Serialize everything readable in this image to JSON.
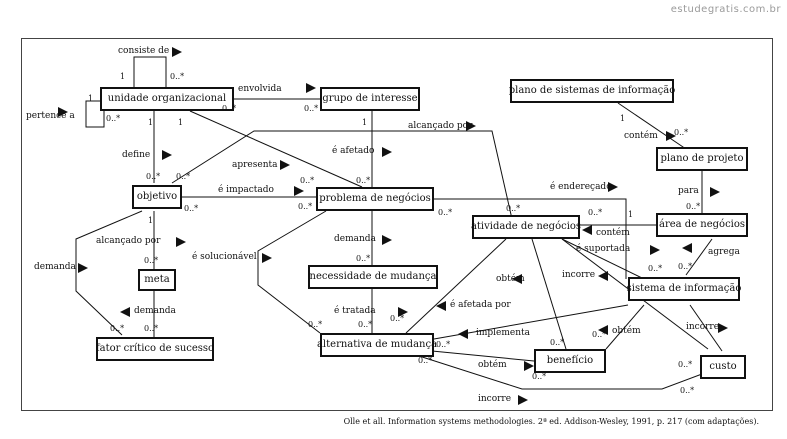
{
  "watermark": "estudegratis.com.br",
  "source": "Olle et all. Information systems methodologies. 2ª ed. Addison-Wesley, 1991, p. 217 (com adaptações).",
  "entities": {
    "unidade_organizacional": "unidade organizacional",
    "grupo_de_interesse": "grupo de interesse",
    "plano_de_sistemas_de_informacao": "plano de sistemas de informação",
    "plano_de_projeto": "plano de projeto",
    "objetivo": "objetivo",
    "problema_de_negocios": "problema de negócios",
    "atividade_de_negocios": "atividade de negócios",
    "area_de_negocios": "área de negócios",
    "meta": "meta",
    "necessidade_de_mudanca": "necessidade de mudança",
    "sistema_de_informacao": "sistema de informação",
    "fator_critico_de_sucesso": "fator crítico de sucesso",
    "alternativa_de_mudanca": "alternativa de mudança",
    "beneficio": "benefício",
    "custo": "custo"
  },
  "relationships": {
    "consiste_de": "consiste de",
    "pertence_a": "pertence a",
    "envolvida": "envolvida",
    "define": "define",
    "apresenta": "apresenta",
    "e_afetado": "é afetado",
    "alcancado_por_top": "alcançado por",
    "contem_top": "contém",
    "para": "para",
    "e_impactado": "é impactado",
    "e_enderecado": "é endereçado",
    "contem_mid": "contém",
    "alcancado_por_left": "alcançado por",
    "demanda_left": "demanda",
    "e_solucionavel": "é solucionável",
    "demanda_mid": "demanda",
    "e_suportada": "é suportada",
    "agrega": "agrega",
    "incorre_top": "incorre",
    "obtem_top": "obtém",
    "demanda_meta": "demanda",
    "e_afetada_por": "é afetada por",
    "e_tratada": "é tratada",
    "implementa": "implementa",
    "obtem_right": "obtém",
    "incorre_right": "incorre",
    "obtem_bottom": "obtém",
    "incorre_bottom": "incorre"
  },
  "cardinalities": {
    "consiste_one": "1",
    "consiste_many": "0..*",
    "pertence_one": "1",
    "pertence_many": "0..*",
    "envolvida_many_left": "0..*",
    "envolvida_many_right": "0..*",
    "define_one": "1",
    "apresenta_one": "1",
    "grupo_one": "1",
    "psi_one": "1",
    "contem_many": "0..*",
    "define_many": "0..*",
    "objetivo_many_right": "0..*",
    "apresenta_many": "0..*",
    "afetado_many": "0..*",
    "objetivo_impact_many": "0..*",
    "problema_many_left": "0..*",
    "problema_many_right": "0..*",
    "atividade_many": "0..*",
    "area_many_left": "0..*",
    "area_one": "1",
    "para_many": "0..*",
    "objetivo_one": "1",
    "meta_many": "0..*",
    "necessidade_many": "0..*",
    "sistema_many_top": "0..*",
    "agrega_many": "0..*",
    "fator_many_left": "0..*",
    "fator_many_right": "0..*",
    "alternativa_many_1": "0..*",
    "alternativa_many_2": "0..*",
    "alternativa_many_3": "0..*",
    "necessidade_many_bottom": "0..*",
    "alternativa_many_4": "0..*",
    "beneficio_many_1": "0..*",
    "beneficio_many_2": "0..*",
    "beneficio_many_3": "0..*",
    "custo_many_1": "0..*",
    "custo_many_2": "0..*"
  }
}
